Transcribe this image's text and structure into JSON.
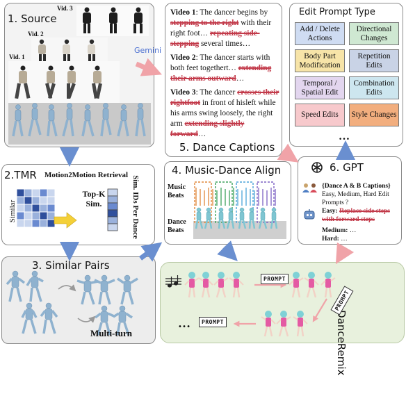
{
  "source": {
    "title": "1. Source",
    "vid_labels": [
      "Vid. 3",
      "Vid. 2",
      "Vid. 1"
    ]
  },
  "gemini": {
    "label": "Gemini"
  },
  "captions": {
    "title": "5. Dance Captions",
    "v1": {
      "label": "Video 1",
      "t1": ": The dancer begins by ",
      "h1": "stepping to the right",
      "t2": " with their right foot… ",
      "h2": "repeating side-stepping",
      "t3": " several times…"
    },
    "v2": {
      "label": "Video 2",
      "t1": ": The dancer starts with both feet togethert… ",
      "h1": "extending their arms outward",
      "t2": "…"
    },
    "v3": {
      "label": "Video 3",
      "t1": ": The dancer ",
      "h1": "crosses their rightfoot",
      "t2": " in front of hisleft while his arms swing loosely, the right arm ",
      "h2": "extending slightly forward",
      "t3": "…"
    }
  },
  "edit_types": {
    "title": "Edit Prompt Type",
    "items": [
      {
        "label": "Add / Delete Actions",
        "color": "#cfdcf2"
      },
      {
        "label": "Directional Changes",
        "color": "#cfe8d2"
      },
      {
        "label": "Body Part Modification",
        "color": "#f7e4a8"
      },
      {
        "label": "Repetition Edits",
        "color": "#c9d3e6"
      },
      {
        "label": "Temporal / Spatial Edit",
        "color": "#e3d6ef"
      },
      {
        "label": "Combination Edits",
        "color": "#cde6ef"
      },
      {
        "label": "Speed Edits",
        "color": "#f7c9cc"
      },
      {
        "label": "Style Changes",
        "color": "#f2ae7e"
      }
    ],
    "more": "…"
  },
  "tmr": {
    "title": "2.TMR",
    "subtitle": "Motion2Motion Retrieval",
    "matrix_label": "Similar Matrix",
    "topk": "Top-K Sim.",
    "ids_label": "Sim. IDs Per Dance"
  },
  "align": {
    "title": "4. Music-Dance Align",
    "music_beats": "Music Beats",
    "dance_beats": "Dance Beats"
  },
  "gpt": {
    "title": "6. GPT",
    "query_bold": "{Dance A & B Captions}",
    "query_rest": "Easy, Medium, Hard Edit Prompts ?",
    "easy_label": "Easy:",
    "easy_text": "Replace side steps with forward steps",
    "medium_label": "Medium:",
    "medium_text": "…",
    "hard_label": "Hard:",
    "hard_text": "…"
  },
  "pairs": {
    "title": "3. Similar Pairs",
    "multiturn": "Multi-turn"
  },
  "remix": {
    "title": "7. DanceRemix",
    "prompt_label": "PROMPT",
    "more": "…"
  }
}
